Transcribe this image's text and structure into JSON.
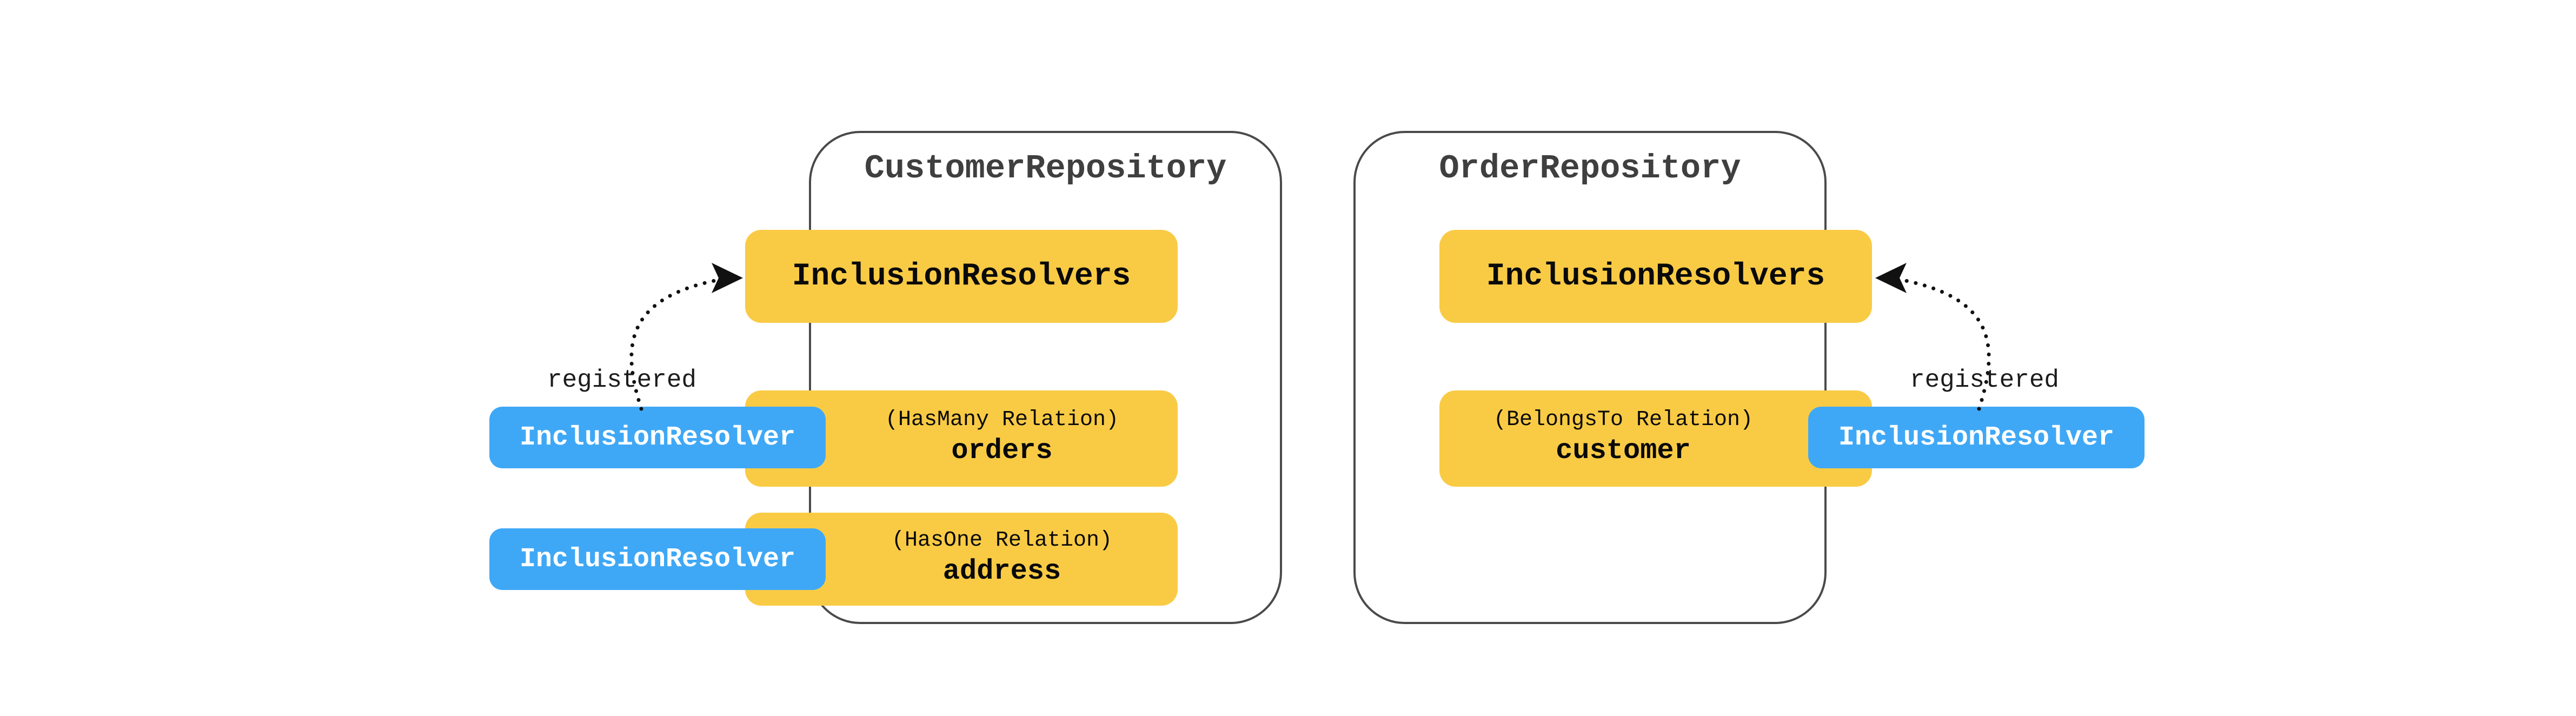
{
  "colors": {
    "yellow": "#F9CB45",
    "blue": "#3FA8F6",
    "border_gray": "#4a4a4a",
    "title_text": "#3f3f3f",
    "box_text": "#0a0a0a",
    "chip_text": "#ffffff",
    "arrow": "#111111",
    "canvas_bg": "#ffffff"
  },
  "repositories": [
    {
      "title": "CustomerRepository",
      "resolvers_label": "InclusionResolvers",
      "relations": [
        {
          "kind": "(HasMany Relation)",
          "name": "orders"
        },
        {
          "kind": "(HasOne Relation)",
          "name": "address"
        }
      ]
    },
    {
      "title": "OrderRepository",
      "resolvers_label": "InclusionResolvers",
      "relations": [
        {
          "kind": "(BelongsTo Relation)",
          "name": "customer"
        }
      ]
    }
  ],
  "resolver_chips": [
    {
      "label": "InclusionResolver"
    },
    {
      "label": "InclusionResolver"
    },
    {
      "label": "InclusionResolver"
    }
  ],
  "arrow_labels": [
    {
      "text": "registered"
    },
    {
      "text": "registered"
    }
  ]
}
